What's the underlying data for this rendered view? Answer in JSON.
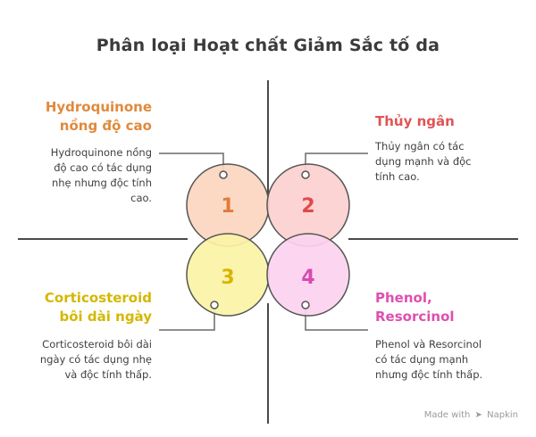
{
  "title": "Phân loại Hoạt chất Giảm Sắc tố da",
  "quadrants": [
    {
      "number": "1",
      "title_lines": [
        "Hydroquinone",
        "nồng độ cao"
      ],
      "desc_lines": [
        "Hydroquinone nồng",
        "độ cao có tác dụng",
        "nhẹ nhưng độc tính",
        "cao."
      ],
      "circle_fill": "#fbd6bf",
      "number_color": "#e07b39",
      "title_color": "#e08a3c"
    },
    {
      "number": "2",
      "title_lines": [
        "Thủy ngân"
      ],
      "desc_lines": [
        "Thủy ngân có tác",
        "dụng mạnh và độc",
        "tính cao."
      ],
      "circle_fill": "#fcd0cf",
      "number_color": "#e14a4a",
      "title_color": "#e05555"
    },
    {
      "number": "3",
      "title_lines": [
        "Corticosteroid",
        "bôi dài ngày"
      ],
      "desc_lines": [
        "Corticosteroid bôi dài",
        "ngày có tác dụng nhẹ",
        "và độc tính thấp."
      ],
      "circle_fill": "#fbf3a6",
      "number_color": "#d9b400",
      "title_color": "#d4b800"
    },
    {
      "number": "4",
      "title_lines": [
        "Phenol,",
        "Resorcinol"
      ],
      "desc_lines": [
        "Phenol và Resorcinol",
        "có tác dụng mạnh",
        "nhưng độc tính thấp."
      ],
      "circle_fill": "#fcd2ef",
      "number_color": "#d64bb0",
      "title_color": "#df4fb0"
    }
  ],
  "footer": {
    "prefix": "Made with",
    "icon": "napkin-logo-icon",
    "brand": "Napkin"
  }
}
